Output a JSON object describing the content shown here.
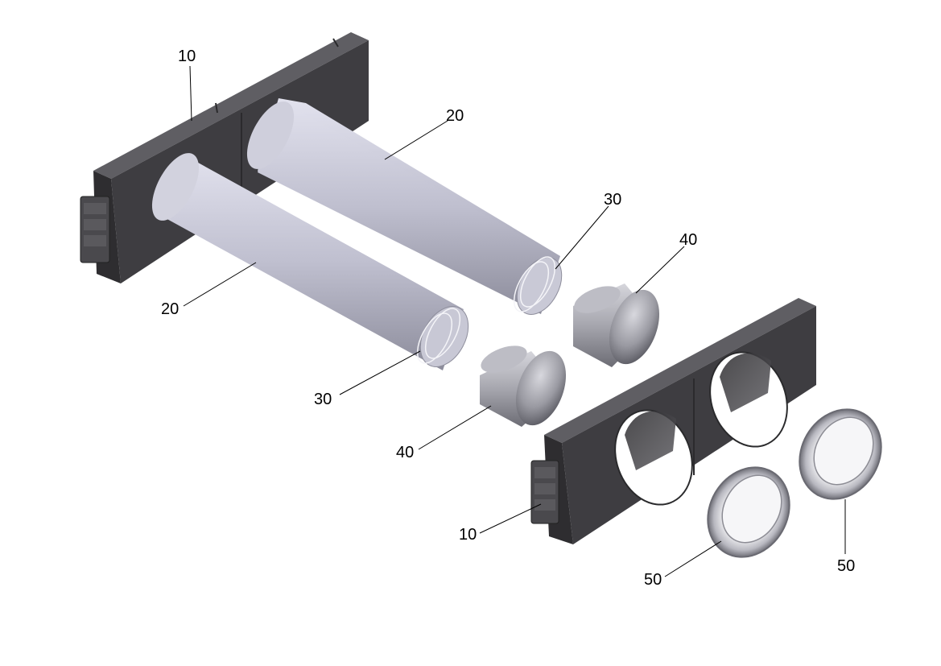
{
  "colors": {
    "frame_top": "#5a595e",
    "frame_front": "#3f3e42",
    "frame_side": "#2f2e31",
    "tube_light": "#dcdce8",
    "tube_mid": "#b6b6c7",
    "tube_dark": "#8a8a99",
    "ring_light": "#e6e6ea",
    "ring_dark": "#7c7c84"
  },
  "labels": {
    "frame_upper": "10",
    "frame_lower": "10",
    "tube_upper": "20",
    "tube_lower": "20",
    "spring_upper": "30",
    "spring_lower": "30",
    "cap_upper": "40",
    "cap_lower": "40",
    "ring_left": "50",
    "ring_right": "50"
  }
}
